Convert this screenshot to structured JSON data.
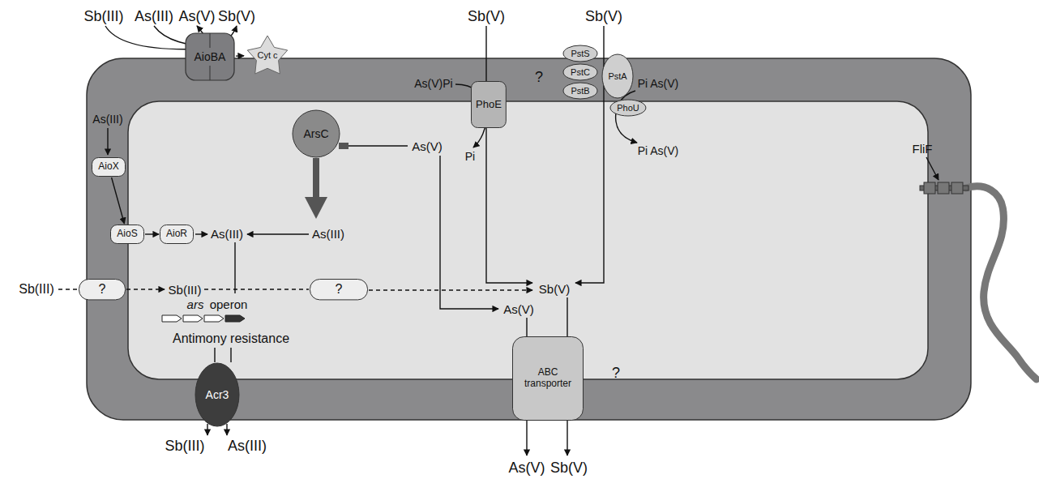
{
  "diagram": {
    "nodes": [
      {
        "text": [
          "AioBA"
        ]
      },
      {
        "text": [
          "Cyt c"
        ]
      },
      {
        "text": [
          "PhoE"
        ]
      },
      {
        "text": [
          "PstS"
        ]
      },
      {
        "text": [
          "PstC"
        ]
      },
      {
        "text": [
          "PstA"
        ]
      },
      {
        "text": [
          "PstB"
        ]
      },
      {
        "text": [
          "PhoU"
        ]
      },
      {
        "text": [
          "ArsC"
        ]
      },
      {
        "text": [
          "AioX"
        ]
      },
      {
        "text": [
          "AioS"
        ]
      },
      {
        "text": [
          "AioR"
        ]
      },
      {
        "text": [
          "?"
        ]
      },
      {
        "text": [
          "?"
        ]
      },
      {
        "text": [
          "Acr3"
        ]
      },
      {
        "text": [
          "ABC transporter"
        ]
      }
    ],
    "edges": [
      {
        "from": 0,
        "to": 1,
        "arrow": "to"
      },
      {
        "from": 9,
        "to": 10,
        "arrow": "to"
      },
      {
        "from": 10,
        "to": 11,
        "arrow": "to"
      }
    ],
    "labels": [
      "Sb(III)",
      "As(III)",
      "As(V)",
      "Sb(V)",
      "Sb(V)",
      "Sb(V)",
      "As(V)Pi",
      "?",
      "Pi As(V)",
      "As(III)",
      "As(V)",
      "Pi",
      "Pi As(V)",
      "FliF",
      "As(III)",
      "As(III)",
      "Sb(III)",
      "Sb(III)",
      "Sb(V)",
      "As(V)",
      "ars",
      "operon",
      "Antimony resistance",
      "?",
      "Sb(III)",
      "As(III)",
      "As(V)",
      "Sb(V)"
    ]
  }
}
